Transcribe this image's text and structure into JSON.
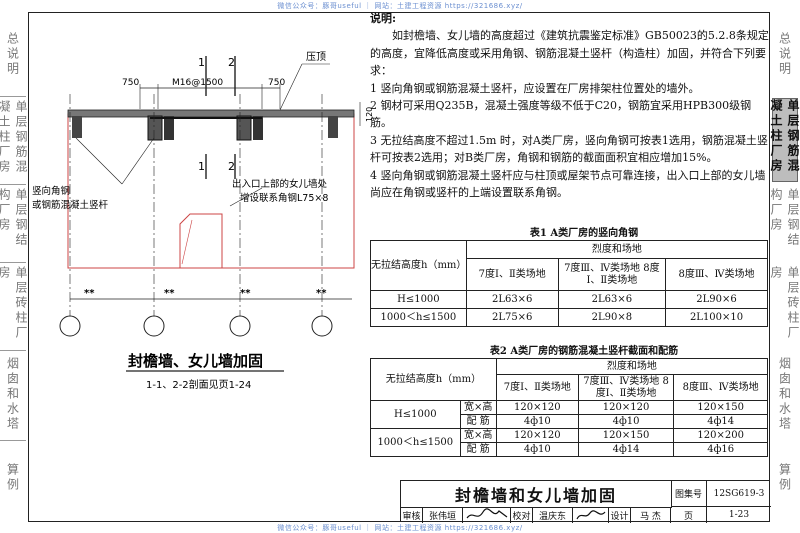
{
  "watermark": {
    "top": "微信公众号：豚哥useful ｜ 网站：土建工程资源 https://321686.xyz/",
    "bottom": "微信公众号：豚哥useful ｜ 网站：土建工程资源 https://321686.xyz/"
  },
  "sidebar": {
    "items": [
      {
        "label": "总说明",
        "active": false
      },
      {
        "label": "单层钢筋混凝土柱厂房",
        "active": true
      },
      {
        "label": "单层钢结构厂房",
        "active": false
      },
      {
        "label": "单层砖柱厂房",
        "active": false
      },
      {
        "label": "烟囱和水塔",
        "active": false
      },
      {
        "label": "算例",
        "active": false
      }
    ]
  },
  "drawing": {
    "dim_left": "750",
    "dim_mid": "M16@1500",
    "dim_right": "750",
    "dim_height": "120",
    "section_mark_1": "1",
    "section_mark_2": "2",
    "label_cap": "压顶",
    "label_angle": "竖向角钢",
    "label_angle2": "或钢筋混凝土竖杆",
    "label_opening": "出入口上部的女儿墙处",
    "label_opening2": "增设联系角钢L75×8",
    "span_mark": "**",
    "caption_title": "封檐墙、女儿墙加固",
    "caption_sub": "1-1、2-2剖面见页1-24"
  },
  "notes": {
    "heading": "说明:",
    "intro": "如封檐墙、女儿墙的高度超过《建筑抗震鉴定标准》GB50023的5.2.8条规定的高度，宜降低高度或采用角钢、钢筋混凝土竖杆（构造柱）加固，并符合下列要求：",
    "items": [
      "1 竖向角钢或钢筋混凝土竖杆，应设置在厂房排架柱位置处的墙外。",
      "2 钢材可采用Q235B，混凝土强度等级不低于C20，钢筋宜采用HPB300级钢筋。",
      "3 无拉结高度不超过1.5m 时，对A类厂房，竖向角钢可按表1选用，钢筋混凝土竖杆可按表2选用；对B类厂房，角钢和钢筋的截面面积宜相应增加15%。",
      "4 竖向角钢或钢筋混凝土竖杆应与柱顶或屋架节点可靠连接，出入口上部的女儿墙尚应在角钢或竖杆的上端设置联系角钢。"
    ]
  },
  "table1": {
    "caption": "表1 A类厂房的竖向角钢",
    "h_col": "无拉结高度h（mm）",
    "h_group": "烈度和场地",
    "h_c1": "7度Ⅰ、Ⅱ类场地",
    "h_c2": "7度Ⅲ、Ⅳ类场地 8度Ⅰ、Ⅱ类场地",
    "h_c3": "8度Ⅲ、Ⅳ类场地",
    "rows": [
      {
        "h": "H≤1000",
        "c1": "2L63×6",
        "c2": "2L63×6",
        "c3": "2L90×6"
      },
      {
        "h": "1000＜h≤1500",
        "c1": "2L75×6",
        "c2": "2L90×8",
        "c3": "2L100×10"
      }
    ]
  },
  "table2": {
    "caption": "表2 A类厂房的钢筋混凝土竖杆截面和配筋",
    "h_col": "无拉结高度h（mm）",
    "h_group": "烈度和场地",
    "h_c1": "7度Ⅰ、Ⅱ类场地",
    "h_c2": "7度Ⅲ、Ⅳ类场地 8度Ⅰ、Ⅱ类场地",
    "h_c3": "8度Ⅲ、Ⅳ类场地",
    "sub_a": "宽×高",
    "sub_b": "配 筋",
    "rows": [
      {
        "h": "H≤1000",
        "a1": "120×120",
        "a2": "120×120",
        "a3": "120×150",
        "b1": "4ф10",
        "b2": "4ф10",
        "b3": "4ф14"
      },
      {
        "h": "1000＜h≤1500",
        "a1": "120×120",
        "a2": "120×150",
        "a3": "120×200",
        "b1": "4ф10",
        "b2": "4ф14",
        "b3": "4ф16"
      }
    ]
  },
  "title_block": {
    "title": "封檐墙和女儿墙加固",
    "atlas_label": "图集号",
    "atlas_no": "12SG619-3",
    "review": "审核",
    "reviewer": "张伟垣",
    "check": "校对",
    "checker": "温庆东",
    "design": "设计",
    "designer": "马 杰",
    "page_label": "页",
    "page_no": "1-23"
  }
}
